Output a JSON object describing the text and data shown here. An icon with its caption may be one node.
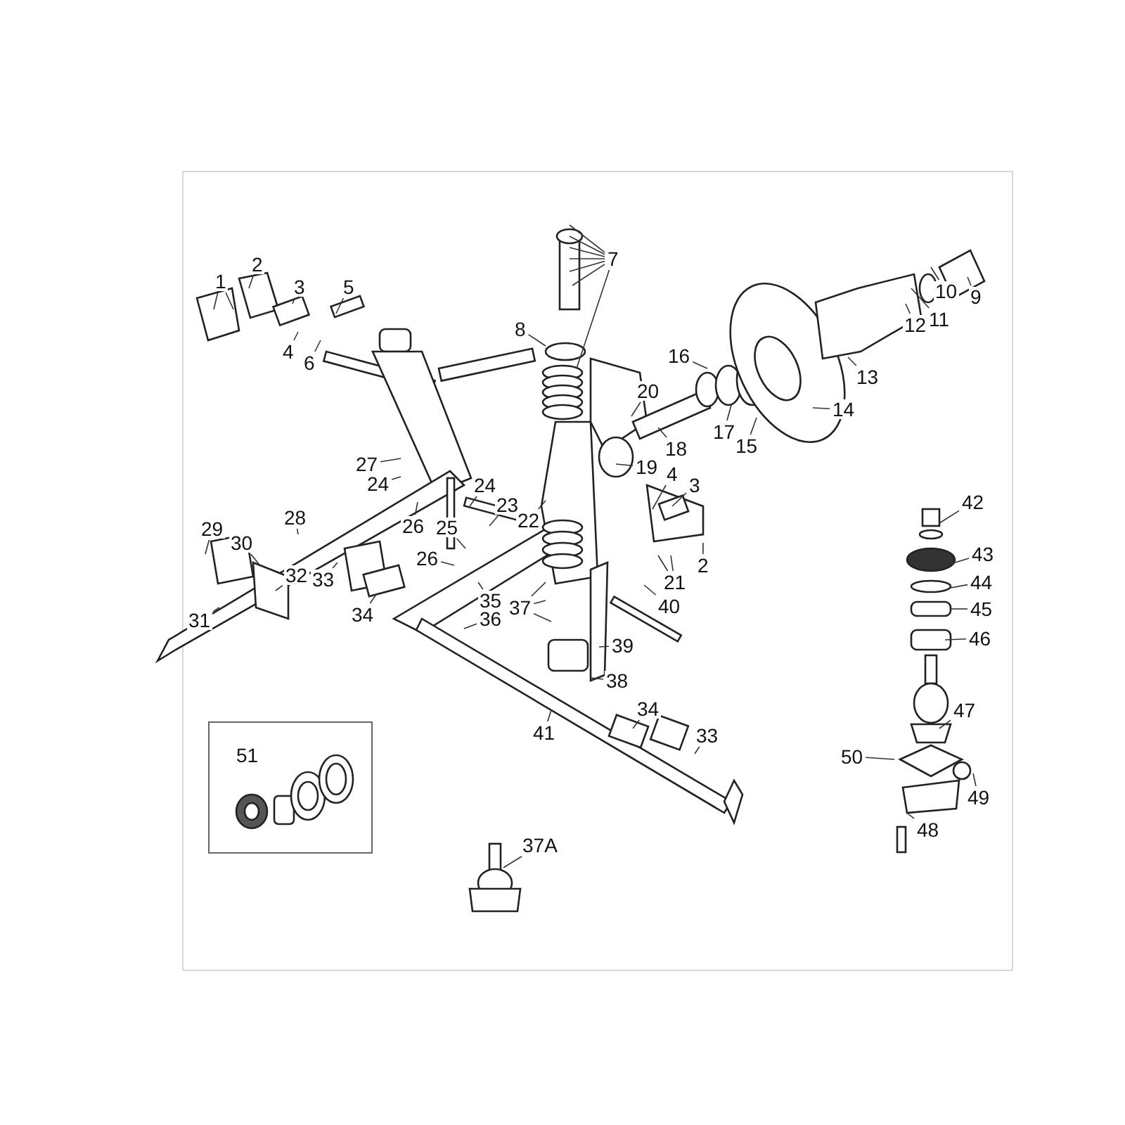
{
  "diagram": {
    "nodes": [
      {
        "text": [
          "7"
        ]
      },
      {
        "text": [
          "9"
        ]
      },
      {
        "text": [
          "10"
        ]
      },
      {
        "text": [
          "1"
        ]
      },
      {
        "text": [
          "2"
        ]
      },
      {
        "text": [
          "3"
        ]
      },
      {
        "text": [
          "5"
        ]
      },
      {
        "text": [
          "12"
        ]
      },
      {
        "text": [
          "11"
        ]
      },
      {
        "text": [
          "8"
        ]
      },
      {
        "text": [
          "4"
        ]
      },
      {
        "text": [
          "6"
        ]
      },
      {
        "text": [
          "16"
        ]
      },
      {
        "text": [
          "13"
        ]
      },
      {
        "text": [
          "20"
        ]
      },
      {
        "text": [
          "14"
        ]
      },
      {
        "text": [
          "17"
        ]
      },
      {
        "text": [
          "15"
        ]
      },
      {
        "text": [
          "18"
        ]
      },
      {
        "text": [
          "27"
        ]
      },
      {
        "text": [
          "19"
        ]
      },
      {
        "text": [
          "4"
        ]
      },
      {
        "text": [
          "24"
        ]
      },
      {
        "text": [
          "3"
        ]
      },
      {
        "text": [
          "24"
        ]
      },
      {
        "text": [
          "42"
        ]
      },
      {
        "text": [
          "23"
        ]
      },
      {
        "text": [
          "22"
        ]
      },
      {
        "text": [
          "28"
        ]
      },
      {
        "text": [
          "26"
        ]
      },
      {
        "text": [
          "25"
        ]
      },
      {
        "text": [
          "29"
        ]
      },
      {
        "text": [
          "30"
        ]
      },
      {
        "text": [
          "43"
        ]
      },
      {
        "text": [
          "26"
        ]
      },
      {
        "text": [
          "2"
        ]
      },
      {
        "text": [
          "32"
        ]
      },
      {
        "text": [
          "33"
        ]
      },
      {
        "text": [
          "21"
        ]
      },
      {
        "text": [
          "44"
        ]
      },
      {
        "text": [
          "35"
        ]
      },
      {
        "text": [
          "40"
        ]
      },
      {
        "text": [
          "37"
        ]
      },
      {
        "text": [
          "45"
        ]
      },
      {
        "text": [
          "34"
        ]
      },
      {
        "text": [
          "31"
        ]
      },
      {
        "text": [
          "36"
        ]
      },
      {
        "text": [
          "46"
        ]
      },
      {
        "text": [
          "39"
        ]
      },
      {
        "text": [
          "38"
        ]
      },
      {
        "text": [
          "34"
        ]
      },
      {
        "text": [
          "47"
        ]
      },
      {
        "text": [
          "41"
        ]
      },
      {
        "text": [
          "33"
        ]
      },
      {
        "text": [
          "51"
        ]
      },
      {
        "text": [
          "50"
        ]
      },
      {
        "text": [
          "49"
        ]
      },
      {
        "text": [
          "48"
        ]
      },
      {
        "text": [
          "37A"
        ]
      }
    ],
    "edges": [
      {
        "from": 0,
        "to": null,
        "arrow": "none"
      },
      {
        "from": 0,
        "to": null,
        "arrow": "none"
      },
      {
        "from": 0,
        "to": null,
        "arrow": "none"
      },
      {
        "from": 0,
        "to": null,
        "arrow": "none"
      },
      {
        "from": 0,
        "to": null,
        "arrow": "none"
      },
      {
        "from": 0,
        "to": null,
        "arrow": "none"
      },
      {
        "from": 0,
        "to": null,
        "arrow": "none"
      },
      {
        "from": 1,
        "to": null,
        "arrow": "none"
      },
      {
        "from": 2,
        "to": null,
        "arrow": "none"
      },
      {
        "from": 3,
        "to": null,
        "arrow": "none"
      },
      {
        "from": 3,
        "to": null,
        "arrow": "none"
      },
      {
        "from": 4,
        "to": null,
        "arrow": "none"
      },
      {
        "from": 5,
        "to": null,
        "arrow": "none"
      },
      {
        "from": 6,
        "to": null,
        "arrow": "none"
      },
      {
        "from": 7,
        "to": null,
        "arrow": "none"
      },
      {
        "from": 8,
        "to": null,
        "arrow": "none"
      },
      {
        "from": 9,
        "to": null,
        "arrow": "none"
      },
      {
        "from": 10,
        "to": null,
        "arrow": "none"
      },
      {
        "from": 11,
        "to": null,
        "arrow": "none"
      },
      {
        "from": 12,
        "to": null,
        "arrow": "none"
      },
      {
        "from": 13,
        "to": null,
        "arrow": "none"
      },
      {
        "from": 14,
        "to": null,
        "arrow": "none"
      },
      {
        "from": 15,
        "to": null,
        "arrow": "none"
      },
      {
        "from": 16,
        "to": null,
        "arrow": "none"
      },
      {
        "from": 17,
        "to": null,
        "arrow": "none"
      },
      {
        "from": 18,
        "to": null,
        "arrow": "none"
      },
      {
        "from": 19,
        "to": null,
        "arrow": "none"
      },
      {
        "from": 20,
        "to": null,
        "arrow": "none"
      },
      {
        "from": 21,
        "to": null,
        "arrow": "none"
      },
      {
        "from": 22,
        "to": null,
        "arrow": "none"
      },
      {
        "from": 23,
        "to": null,
        "arrow": "none"
      },
      {
        "from": 24,
        "to": null,
        "arrow": "none"
      },
      {
        "from": 25,
        "to": null,
        "arrow": "none"
      },
      {
        "from": 26,
        "to": null,
        "arrow": "none"
      },
      {
        "from": 27,
        "to": null,
        "arrow": "none"
      },
      {
        "from": 28,
        "to": null,
        "arrow": "none"
      },
      {
        "from": 29,
        "to": null,
        "arrow": "none"
      },
      {
        "from": 30,
        "to": null,
        "arrow": "none"
      },
      {
        "from": 31,
        "to": null,
        "arrow": "none"
      },
      {
        "from": 32,
        "to": null,
        "arrow": "none"
      },
      {
        "from": 33,
        "to": null,
        "arrow": "none"
      },
      {
        "from": 34,
        "to": null,
        "arrow": "none"
      },
      {
        "from": 35,
        "to": null,
        "arrow": "none"
      },
      {
        "from": 36,
        "to": null,
        "arrow": "none"
      },
      {
        "from": 37,
        "to": null,
        "arrow": "none"
      },
      {
        "from": 38,
        "to": null,
        "arrow": "none"
      },
      {
        "from": 38,
        "to": null,
        "arrow": "none"
      },
      {
        "from": 39,
        "to": null,
        "arrow": "none"
      },
      {
        "from": 40,
        "to": null,
        "arrow": "none"
      },
      {
        "from": 41,
        "to": null,
        "arrow": "none"
      },
      {
        "from": 42,
        "to": null,
        "arrow": "none"
      },
      {
        "from": 42,
        "to": null,
        "arrow": "none"
      },
      {
        "from": 42,
        "to": null,
        "arrow": "none"
      },
      {
        "from": 43,
        "to": null,
        "arrow": "none"
      },
      {
        "from": 44,
        "to": null,
        "arrow": "none"
      },
      {
        "from": 45,
        "to": null,
        "arrow": "none"
      },
      {
        "from": 46,
        "to": null,
        "arrow": "none"
      },
      {
        "from": 47,
        "to": null,
        "arrow": "none"
      },
      {
        "from": 48,
        "to": null,
        "arrow": "none"
      },
      {
        "from": 49,
        "to": null,
        "arrow": "none"
      },
      {
        "from": 50,
        "to": null,
        "arrow": "none"
      },
      {
        "from": 51,
        "to": null,
        "arrow": "none"
      },
      {
        "from": 52,
        "to": null,
        "arrow": "none"
      },
      {
        "from": 53,
        "to": null,
        "arrow": "none"
      },
      {
        "from": 55,
        "to": null,
        "arrow": "none"
      },
      {
        "from": 56,
        "to": null,
        "arrow": "none"
      },
      {
        "from": 57,
        "to": null,
        "arrow": "none"
      },
      {
        "from": 58,
        "to": null,
        "arrow": "none"
      }
    ]
  }
}
